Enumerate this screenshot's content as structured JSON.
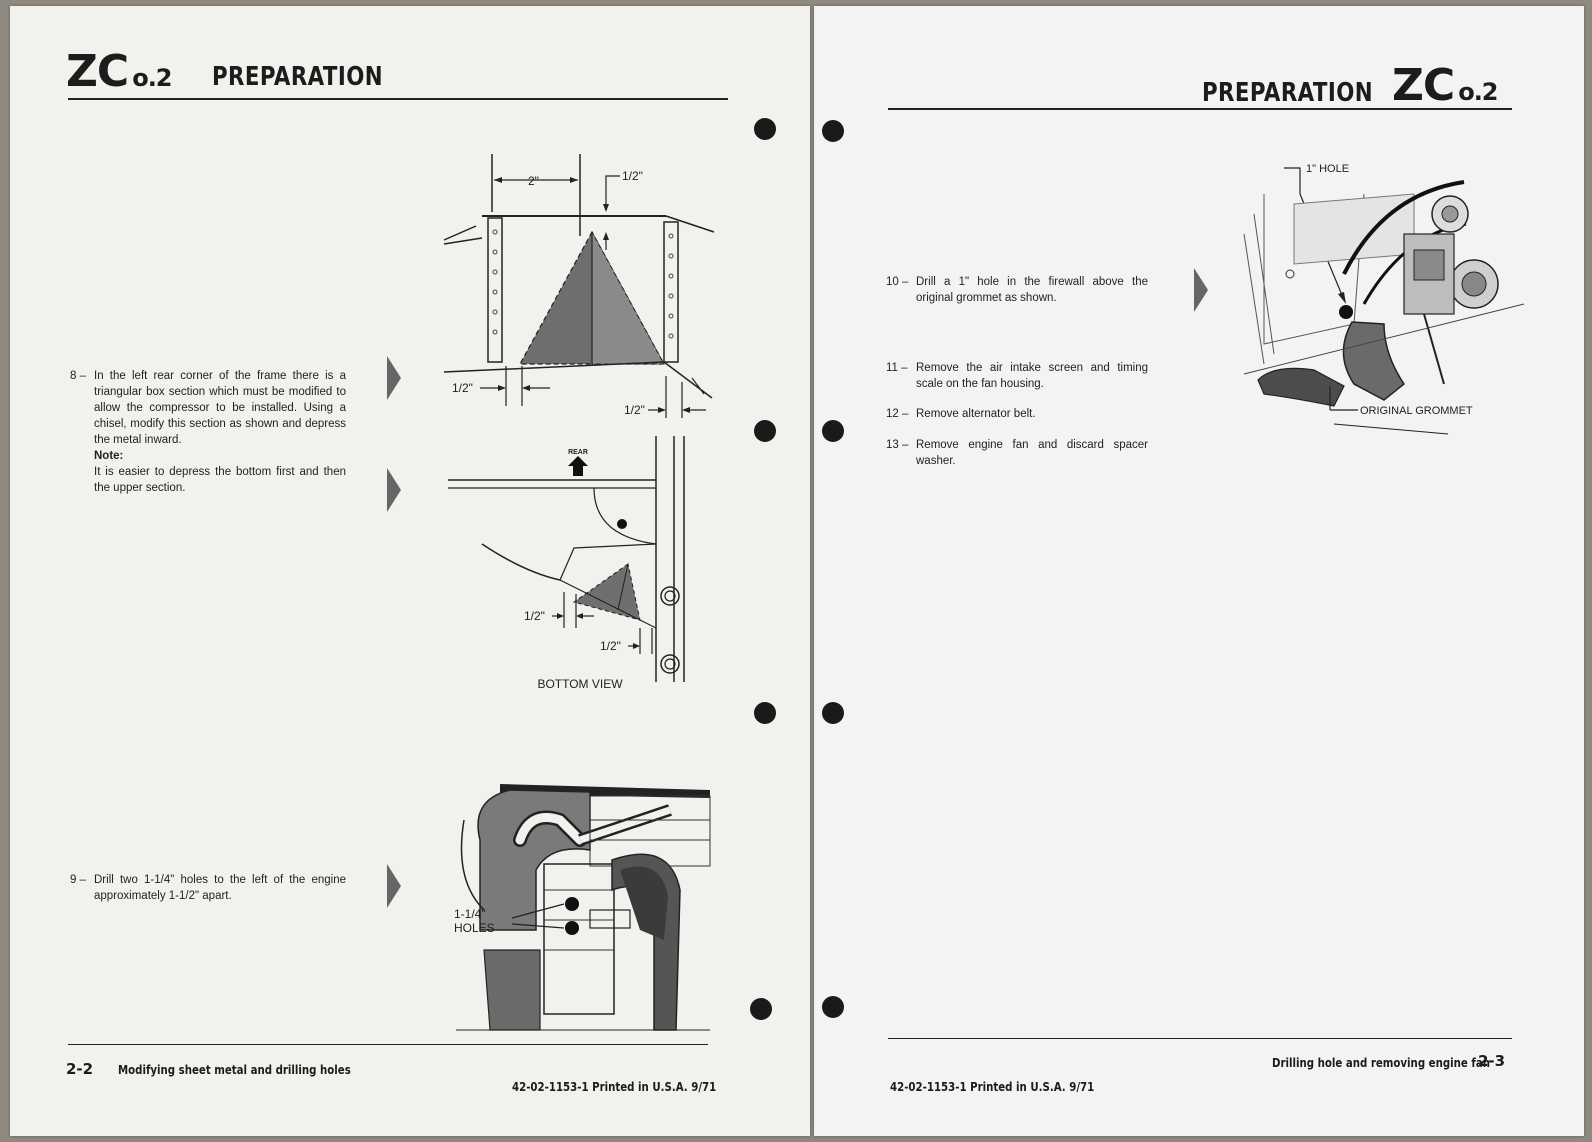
{
  "left_page": {
    "code": "ZC",
    "code_sub": "o.2",
    "title": "PREPARATION",
    "steps": [
      {
        "num": "8 –",
        "text": "In the left rear corner of the frame there is a triangular box section which must be modified to allow the compressor to be installed. Using a chisel, modify this section as shown and depress the metal inward.",
        "note_label": "Note:",
        "note_text": "It is easier to depress the bottom first and then the upper section."
      },
      {
        "num": "9 –",
        "text": "Drill two 1-1/4\" holes to the left of the engine approximately 1-1/2\" apart."
      }
    ],
    "fig1": {
      "dim_2": "2\"",
      "dim_half_top": "1/2\"",
      "dim_half_left": "1/2\"",
      "dim_half_right": "1/2\""
    },
    "fig2": {
      "rear": "REAR",
      "dim_half_left": "1/2\"",
      "dim_half_right": "1/2\"",
      "caption": "BOTTOM VIEW"
    },
    "fig3": {
      "label_line1": "1-1/4\"",
      "label_line2": "HOLES"
    },
    "footer_num": "2-2",
    "footer_text": "Modifying sheet metal and drilling holes",
    "print_line": "42-02-1153-1 Printed in U.S.A. 9/71"
  },
  "right_page": {
    "code": "ZC",
    "code_sub": "o.2",
    "title": "PREPARATION",
    "steps": [
      {
        "num": "10 –",
        "text": "Drill a 1\" hole in the firewall above the original grommet as shown."
      },
      {
        "num": "11 –",
        "text": "Remove the air intake screen and timing scale on the fan housing."
      },
      {
        "num": "12 –",
        "text": "Remove alternator belt."
      },
      {
        "num": "13 –",
        "text": "Remove engine fan and discard spacer washer."
      }
    ],
    "fig": {
      "hole_label": "1\" HOLE",
      "grommet_label": "ORIGINAL GROMMET"
    },
    "footer_num": "2-3",
    "footer_text": "Drilling hole and removing engine fan",
    "print_line": "42-02-1153-1 Printed in U.S.A. 9/71"
  }
}
